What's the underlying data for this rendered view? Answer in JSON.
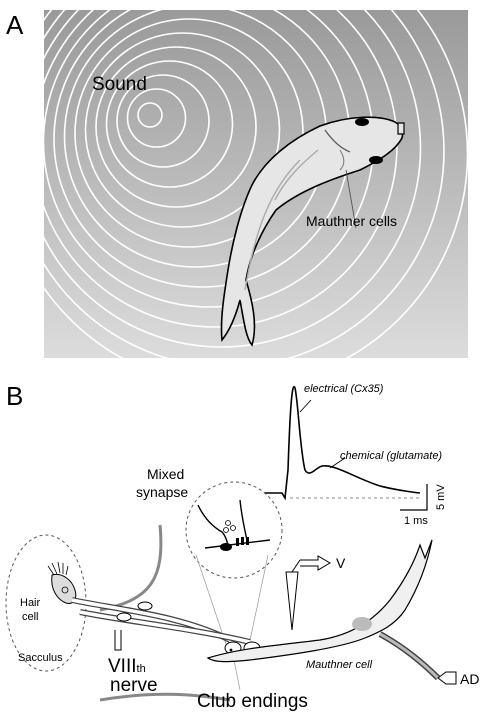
{
  "panel_a": {
    "label": "A",
    "sound_label": "Sound",
    "mauthner_label": "Mauthner cells",
    "colors": {
      "background_gradient_top": "#9a9a9a",
      "background_gradient_bottom": "#dcdcdc",
      "wave_rings": "#ffffff"
    }
  },
  "panel_b": {
    "label": "B",
    "trace": {
      "electrical_label": "electrical (Cx35)",
      "chemical_label": "chemical (glutamate)",
      "scale_voltage": "5 mV",
      "scale_time": "1 ms"
    },
    "mixed_synapse_label": "Mixed synapse",
    "hair_cell_label": "Hair cell",
    "sacculus_label": "Sacculus",
    "nerve_label": "VIIIth nerve",
    "mauthner_cell_label": "Mauthner cell",
    "club_endings_label": "Club endings",
    "electrode_v_label": "V",
    "ad_label": "AD"
  }
}
